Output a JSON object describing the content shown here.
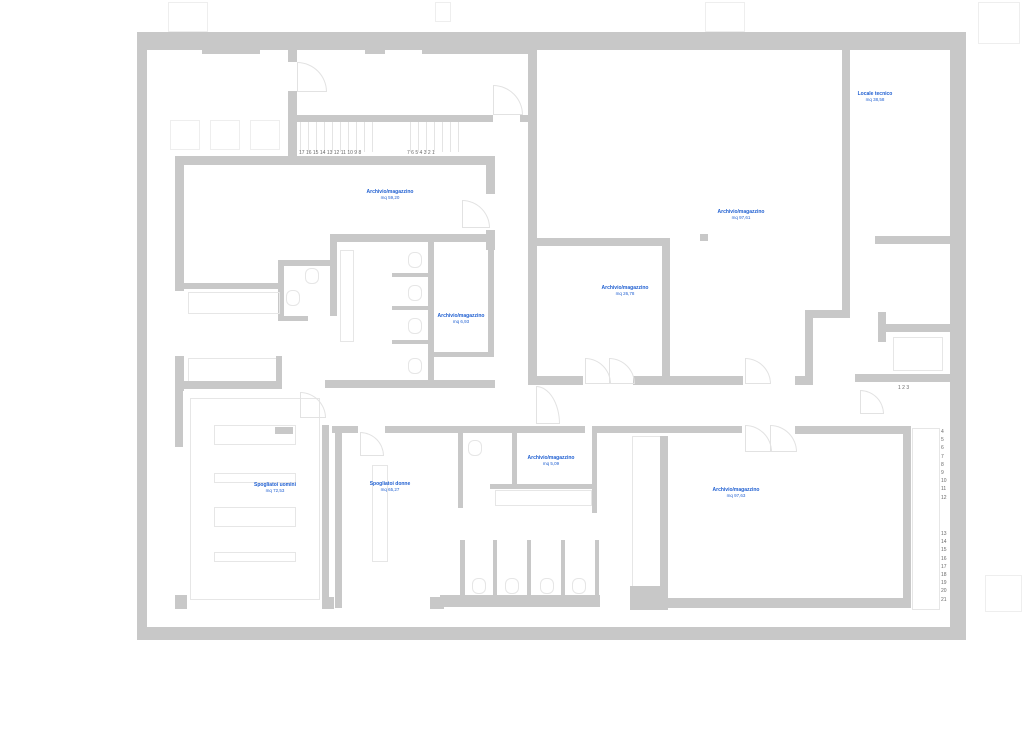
{
  "drawing": {
    "type": "floor-plan",
    "colors": {
      "wall": "#c8c8c8",
      "label_text": "#1f5fd1",
      "background": "#ffffff",
      "fixture_lines": "#e6e6e6"
    }
  },
  "rooms": [
    {
      "name": "Locale tecnico",
      "area": "mq 38,58"
    },
    {
      "name": "Archivio/magazzino",
      "area": "mq 59,20"
    },
    {
      "name": "Archivio/magazzino",
      "area": "mq 97,61"
    },
    {
      "name": "Archivio/magazzino",
      "area": "mq 26,78"
    },
    {
      "name": "Archivio/magazzino",
      "area": "mq 6,93"
    },
    {
      "name": "Spogliatoi uomini",
      "area": "mq 72,53"
    },
    {
      "name": "Spogliatoi donne",
      "area": "mq 65,27"
    },
    {
      "name": "Archivio/magazzino",
      "area": "mq 5,09"
    },
    {
      "name": "Archivio/magazzino",
      "area": "mq 97,63"
    }
  ],
  "stairs": {
    "top_flight_left": [
      "17",
      "16",
      "15",
      "14",
      "13",
      "12",
      "11",
      "10",
      "9",
      "8"
    ],
    "top_flight_right": [
      "7",
      "6",
      "5",
      "4",
      "3",
      "2",
      "1"
    ],
    "right_landing": [
      "1",
      "2",
      "3"
    ],
    "right_flight_upper": [
      "4",
      "5",
      "6",
      "7",
      "8",
      "9",
      "10",
      "11",
      "12"
    ],
    "right_flight_lower": [
      "13",
      "14",
      "15",
      "16",
      "17",
      "18",
      "19",
      "20",
      "21"
    ]
  }
}
